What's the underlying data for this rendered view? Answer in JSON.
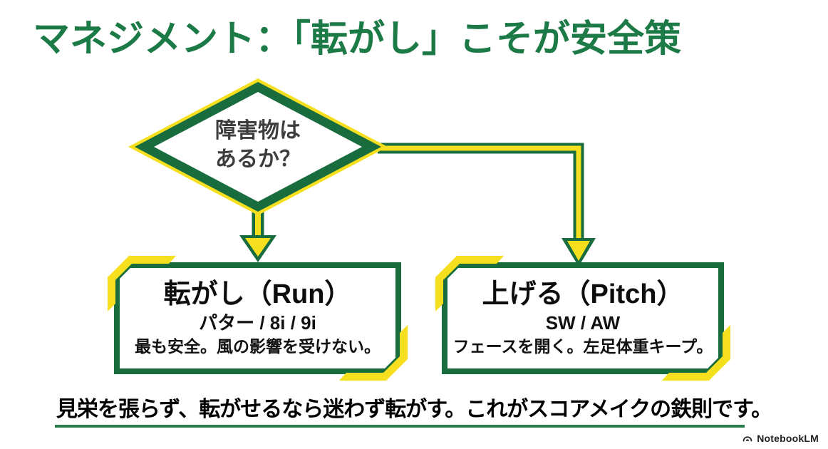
{
  "page": {
    "title": "マネジメント：「転がし」こそが安全策",
    "footer_note": "見栄を張らず、転がせるなら迷わず転がす。これがスコアメイクの鉄則です。",
    "brand": "NotebookLM"
  },
  "flowchart": {
    "decision": {
      "line1": "障害物は",
      "line2": "あるか？"
    },
    "options": [
      {
        "title": "転がし（Run）",
        "clubs": "パター / 8i / 9i",
        "note": "最も安全。風の影響を受けない。"
      },
      {
        "title": "上げる（Pitch）",
        "clubs": "SW / AW",
        "note": "フェースを開く。左足体重キープ。"
      }
    ]
  },
  "icons": {
    "brand_icon": "notebooklm-icon"
  },
  "colors": {
    "title_green": "#1c7a46",
    "border_green": "#186c3e",
    "accent_yellow": "#f6df1e",
    "decision_text": "#3d3d3d",
    "underline_green": "#2e7d4f",
    "body_text": "#000000"
  }
}
